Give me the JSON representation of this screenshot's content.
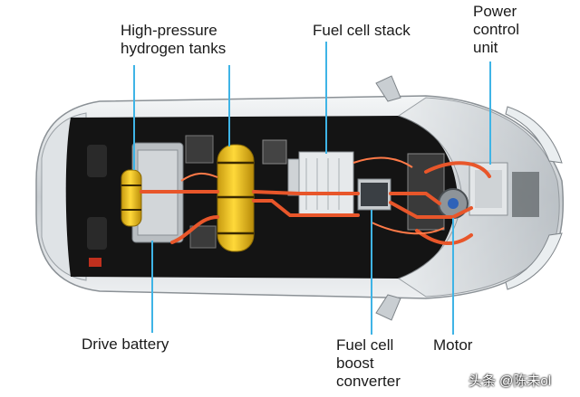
{
  "labels": {
    "tanks": "High-pressure\nhydrogen tanks",
    "stack": "Fuel cell stack",
    "pcu": "Power\ncontrol\nunit",
    "battery": "Drive battery",
    "boost": "Fuel cell\nboost\nconverter",
    "motor": "Motor"
  },
  "watermark": "头条 @陈未ol",
  "colors": {
    "leader_line": "#3fb4e6",
    "hydrogen_tank": "#f2c31c",
    "piping": "#e8562a",
    "car_body": "#d9dde0",
    "cabin": "#141414"
  }
}
